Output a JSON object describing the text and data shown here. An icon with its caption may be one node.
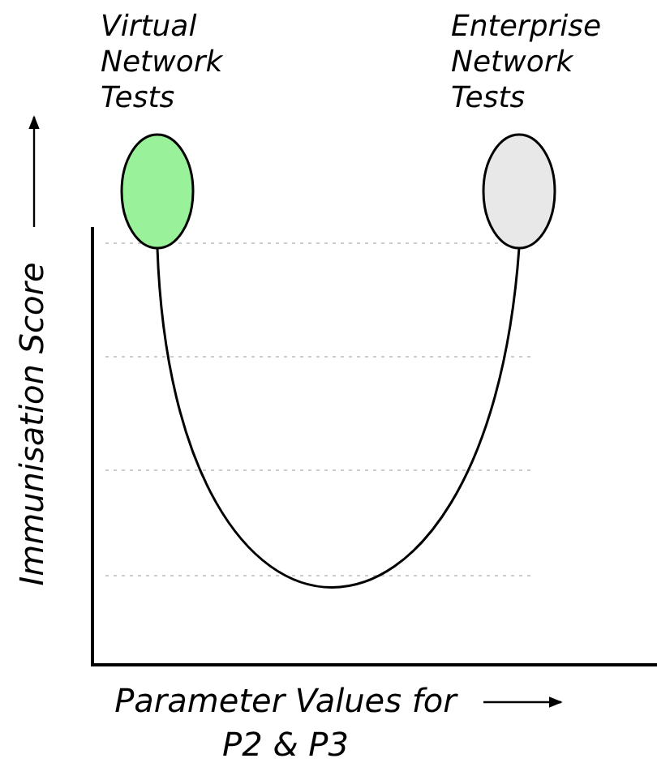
{
  "diagram": {
    "nodes": [
      {
        "text": [
          "Virtual Network Tests"
        ]
      },
      {
        "text": [
          "Enterprise Network Tests"
        ]
      }
    ],
    "edges": [
      {
        "from": 0,
        "to": 1,
        "arrow": "none"
      }
    ],
    "labels": [
      "Immunisation Score",
      "Parameter Values for P2 & P3"
    ]
  }
}
